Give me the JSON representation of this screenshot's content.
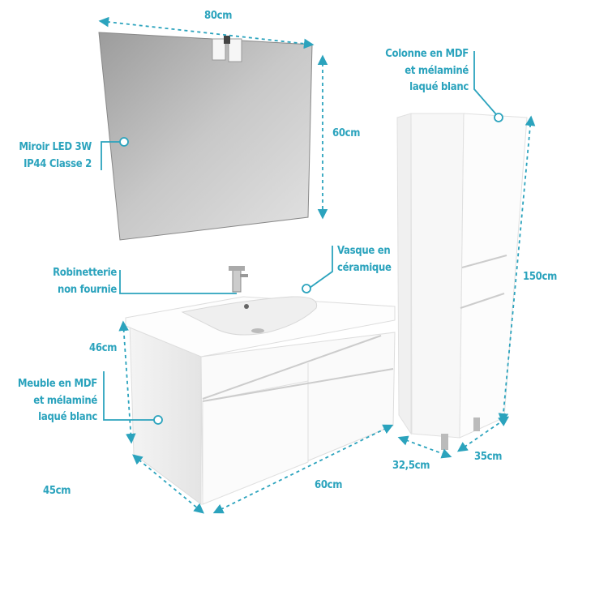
{
  "accent_color": "#2ba3bd",
  "dimensions": {
    "mirror_width": "80cm",
    "mirror_height": "60cm",
    "vanity_height": "46cm",
    "vanity_depth": "45cm",
    "vanity_width": "60cm",
    "column_height": "150cm",
    "column_depth": "32,5cm",
    "column_width": "35cm"
  },
  "callouts": {
    "mirror": [
      "Miroir LED 3W",
      "IP44 Classe 2"
    ],
    "faucet": [
      "Robinetterie",
      "non fournie"
    ],
    "basin": [
      "Vasque en",
      "céramique"
    ],
    "cabinet": [
      "Meuble en MDF",
      "et mélaminé",
      "laqué blanc"
    ],
    "column": [
      "Colonne en MDF",
      "et mélaminé",
      "laqué blanc"
    ]
  }
}
